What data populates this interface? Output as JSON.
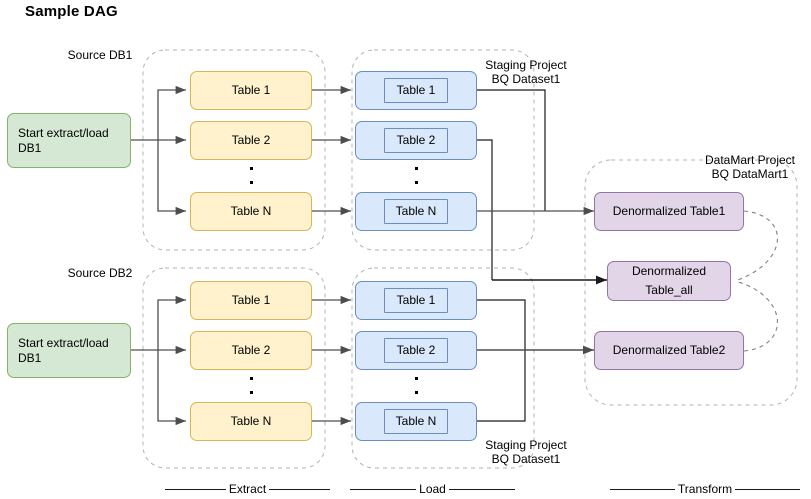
{
  "title": "Sample DAG",
  "groups": {
    "source_db1": "Source DB1",
    "source_db2": "Source DB2",
    "staging_top": "Staging Project\nBQ Dataset1",
    "staging_bottom": "Staging Project\nBQ Dataset1",
    "datamart": "DataMart Project\nBQ DataMart1"
  },
  "start_nodes": [
    {
      "label": "Start extract/load DB1"
    },
    {
      "label": "Start extract/load DB1"
    }
  ],
  "extract_tables_top": [
    {
      "label": "Table 1"
    },
    {
      "label": "Table 2"
    },
    {
      "label": "Table N"
    }
  ],
  "extract_tables_bottom": [
    {
      "label": "Table 1"
    },
    {
      "label": "Table 2"
    },
    {
      "label": "Table N"
    }
  ],
  "load_tables_top": [
    {
      "label": "Table 1"
    },
    {
      "label": "Table 2"
    },
    {
      "label": "Table N"
    }
  ],
  "load_tables_bottom": [
    {
      "label": "Table 1"
    },
    {
      "label": "Table 2"
    },
    {
      "label": "Table N"
    }
  ],
  "transform_nodes": [
    {
      "label": "Denormalized Table1"
    },
    {
      "label": "Denormalized\nTable_all"
    },
    {
      "label": "Denormalized Table2"
    }
  ],
  "legend": [
    {
      "label": "Extract"
    },
    {
      "label": "Load"
    },
    {
      "label": "Transform"
    }
  ],
  "colors": {
    "start_fill": "#d5e8d4",
    "start_stroke": "#82b366",
    "extract_fill": "#fff2cc",
    "extract_stroke": "#d6b656",
    "load_fill": "#dae8fc",
    "load_stroke": "#6c8ebf",
    "transform_fill": "#e1d5e7",
    "transform_stroke": "#9673a6",
    "connector": "#4d4d4d",
    "group_border": "#b3b3b3"
  }
}
